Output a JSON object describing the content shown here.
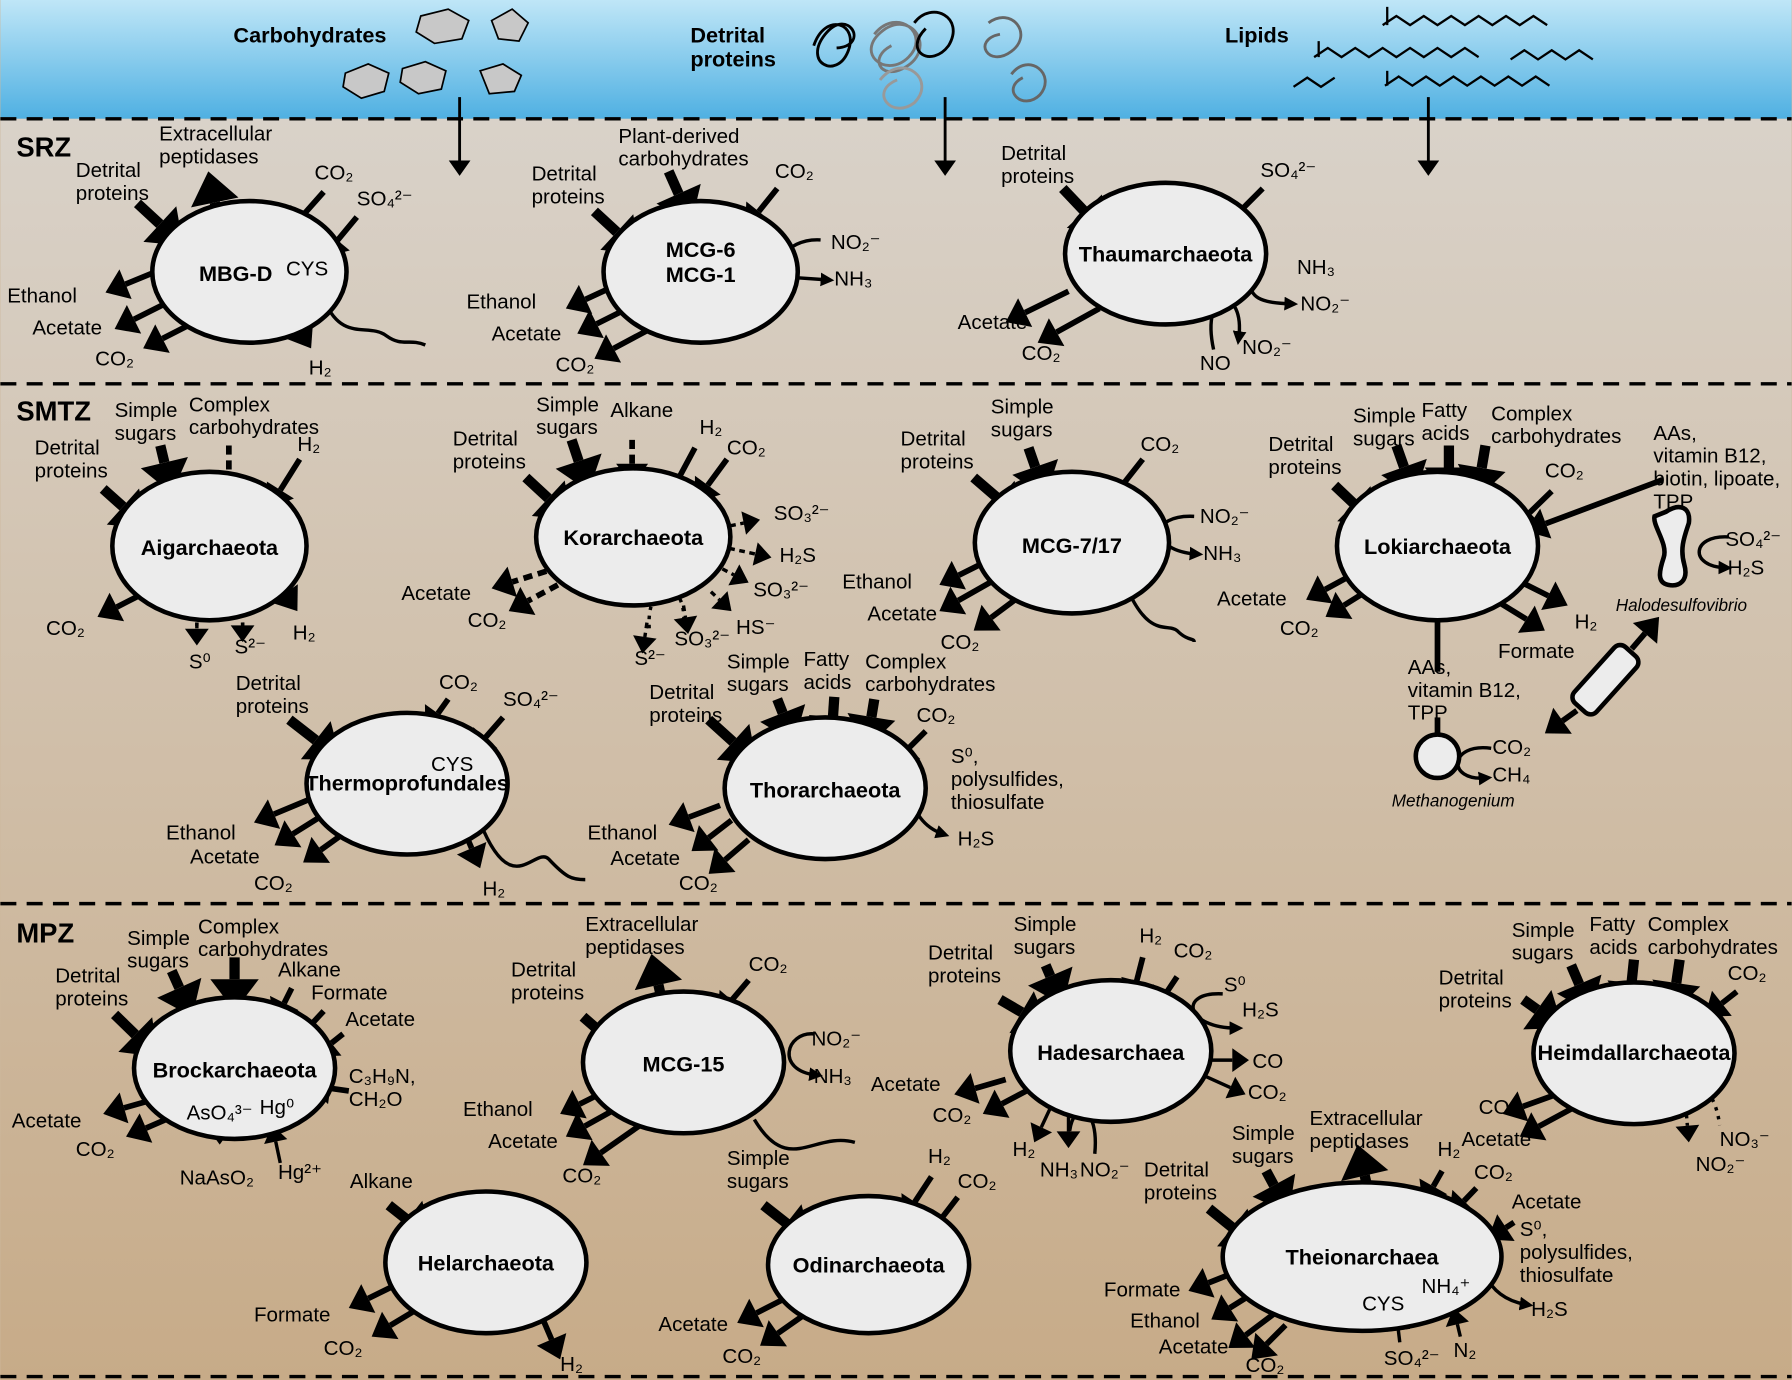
{
  "sources": {
    "carbohydrates": "Carbohydrates",
    "proteins": "Detrital\nproteins",
    "lipids": "Lipids"
  },
  "zones": [
    "SRZ",
    "SMTZ",
    "MPZ"
  ],
  "colors": {
    "water_top": "#5fb7e6",
    "water_bottom": "#bfe6f7",
    "sediment_top": "#d8d0c6",
    "sediment_bottom": "#c8ae8c",
    "cell": "#ececec"
  },
  "organisms": [
    {
      "name": "MBG-D",
      "labels": [
        "Extracellular\npeptidases",
        "Detrital\nproteins",
        "CO₂",
        "SO₄²⁻",
        "Ethanol",
        "Acetate",
        "CO₂",
        "H₂",
        "CYS"
      ]
    },
    {
      "name": "MCG-6\nMCG-1",
      "labels": [
        "Plant-derived\ncarbohydrates",
        "Detrital\nproteins",
        "CO₂",
        "NO₂⁻",
        "NH₃",
        "Ethanol",
        "Acetate",
        "CO₂"
      ]
    },
    {
      "name": "Thaumarchaeota",
      "labels": [
        "Detrital\nproteins",
        "SO₄²⁻",
        "NH₃",
        "NO₂⁻",
        "NO₂⁻",
        "NO",
        "Acetate",
        "CO₂"
      ]
    },
    {
      "name": "Aigarchaeota",
      "labels": [
        "Simple\nsugars",
        "Complex\ncarbohydrates",
        "Detrital\nproteins",
        "H₂",
        "CO₂",
        "S⁰",
        "S²⁻",
        "H₂"
      ]
    },
    {
      "name": "Korarchaeota",
      "labels": [
        "Simple\nsugars",
        "Alkane",
        "H₂",
        "CO₂",
        "Detrital\nproteins",
        "SO₃²⁻",
        "H₂S",
        "SO₃²⁻",
        "HS⁻",
        "SO₃²⁻",
        "S²⁻",
        "Acetate",
        "CO₂"
      ]
    },
    {
      "name": "MCG-7/17",
      "labels": [
        "Simple\nsugars",
        "CO₂",
        "Detrital\nproteins",
        "NO₂⁻",
        "NH₃",
        "Ethanol",
        "Acetate",
        "CO₂"
      ]
    },
    {
      "name": "Lokiarchaeota",
      "labels": [
        "Detrital\nproteins",
        "Simple\nsugars",
        "Fatty\nacids",
        "Complex\ncarbohydrates",
        "CO₂",
        "AAs,\nvitamin B12,\nbiotin, lipoate,\nTPP",
        "Acetate",
        "CO₂",
        "H₂",
        "Formate",
        "AAs,\nvitamin B12,\nTPP",
        "CO₂",
        "CH₄",
        "Methanogenium",
        "SO₄²⁻",
        "H₂S",
        "Halodesulfovibrio"
      ]
    },
    {
      "name": "Thermoprofundales",
      "labels": [
        "Detrital\nproteins",
        "CO₂",
        "SO₄²⁻",
        "CYS",
        "Ethanol",
        "Acetate",
        "CO₂",
        "H₂"
      ]
    },
    {
      "name": "Thorarchaeota",
      "labels": [
        "Detrital\nproteins",
        "Simple\nsugars",
        "Fatty\nacids",
        "Complex\ncarbohydrates",
        "CO₂",
        "S⁰,\npolysulfides,\nthiosulfate",
        "H₂S",
        "Ethanol",
        "Acetate",
        "CO₂"
      ]
    },
    {
      "name": "Brockarchaeota",
      "labels": [
        "Detrital\nproteins",
        "Simple\nsugars",
        "Complex\ncarbohydrates",
        "Alkane",
        "Formate",
        "Acetate",
        "C₃H₉N,\nCH₂O",
        "AsO₄³⁻",
        "Hg⁰",
        "NaAsO₂",
        "Hg²⁺",
        "Acetate",
        "CO₂"
      ]
    },
    {
      "name": "MCG-15",
      "labels": [
        "Extracellular\npeptidases",
        "Detrital\nproteins",
        "CO₂",
        "NO₂⁻",
        "NH₃",
        "Ethanol",
        "Acetate",
        "CO₂"
      ]
    },
    {
      "name": "Hadesarchaea",
      "labels": [
        "Simple\nsugars",
        "H₂",
        "CO₂",
        "Detrital\nproteins",
        "S⁰",
        "H₂S",
        "CO",
        "CO₂",
        "Acetate",
        "CO₂",
        "H₂",
        "NH₃",
        "NO₂⁻"
      ]
    },
    {
      "name": "Heimdallarchaeota",
      "labels": [
        "Simple\nsugars",
        "Fatty\nacids",
        "Complex\ncarbohydrates",
        "CO₂",
        "Detrital\nproteins",
        "CO₂",
        "Acetate",
        "NO₃⁻",
        "NO₂⁻"
      ]
    },
    {
      "name": "Helarchaeota",
      "labels": [
        "Alkane",
        "Formate",
        "CO₂",
        "H₂"
      ]
    },
    {
      "name": "Odinarchaeota",
      "labels": [
        "Simple\nsugars",
        "H₂",
        "CO₂",
        "Acetate",
        "CO₂"
      ]
    },
    {
      "name": "Theionarchaea",
      "labels": [
        "Simple\nsugars",
        "Extracellular\npeptidases",
        "H₂",
        "CO₂",
        "Detrital\nproteins",
        "Acetate",
        "S⁰,\npolysulfides,\nthiosulfate",
        "H₂S",
        "CYS",
        "NH₄⁺",
        "N₂",
        "SO₄²⁻",
        "Formate",
        "Ethanol",
        "Acetate",
        "CO₂"
      ]
    }
  ]
}
